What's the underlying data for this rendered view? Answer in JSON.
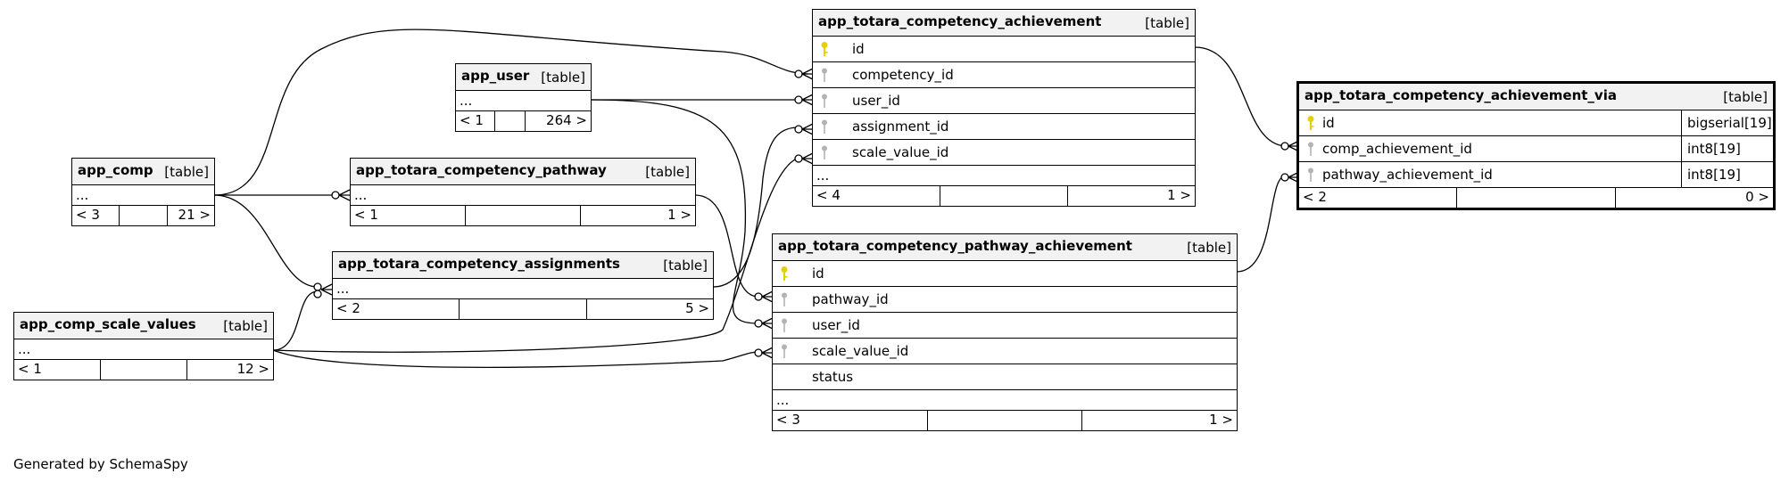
{
  "footer": "Generated by SchemaSpy",
  "colors": {
    "primary_key": "#e6cf00",
    "foreign_key": "#b3b3b3",
    "header_bg": "#f2f2f2"
  },
  "tables": [
    {
      "id": "app_comp",
      "name": "app_comp",
      "type": "[table]",
      "ellipsis": "...",
      "nav": {
        "left": "< 3",
        "right": "21 >"
      }
    },
    {
      "id": "app_user",
      "name": "app_user",
      "type": "[table]",
      "ellipsis": "...",
      "nav": {
        "left": "< 1",
        "right": "264 >"
      }
    },
    {
      "id": "app_comp_scale_values",
      "name": "app_comp_scale_values",
      "type": "[table]",
      "ellipsis": "...",
      "nav": {
        "left": "< 1",
        "right": "12 >"
      }
    },
    {
      "id": "app_totara_competency_pathway",
      "name": "app_totara_competency_pathway",
      "type": "[table]",
      "ellipsis": "...",
      "nav": {
        "left": "< 1",
        "right": "1 >"
      }
    },
    {
      "id": "app_totara_competency_assignments",
      "name": "app_totara_competency_assignments",
      "type": "[table]",
      "ellipsis": "...",
      "nav": {
        "left": "< 2",
        "right": "5 >"
      }
    },
    {
      "id": "app_totara_competency_achievement",
      "name": "app_totara_competency_achievement",
      "type": "[table]",
      "columns": [
        {
          "name": "id",
          "key": "primary-key"
        },
        {
          "name": "competency_id",
          "key": "foreign-key"
        },
        {
          "name": "user_id",
          "key": "foreign-key"
        },
        {
          "name": "assignment_id",
          "key": "foreign-key"
        },
        {
          "name": "scale_value_id",
          "key": "foreign-key"
        }
      ],
      "ellipsis": "...",
      "nav": {
        "left": "< 4",
        "right": "1 >"
      }
    },
    {
      "id": "app_totara_competency_pathway_achievement",
      "name": "app_totara_competency_pathway_achievement",
      "type": "[table]",
      "columns": [
        {
          "name": "id",
          "key": "primary-key"
        },
        {
          "name": "pathway_id",
          "key": "foreign-key"
        },
        {
          "name": "user_id",
          "key": "foreign-key"
        },
        {
          "name": "scale_value_id",
          "key": "foreign-key"
        },
        {
          "name": "status",
          "key": ""
        }
      ],
      "ellipsis": "...",
      "nav": {
        "left": "< 3",
        "right": "1 >"
      }
    },
    {
      "id": "app_totara_competency_achievement_via",
      "name": "app_totara_competency_achievement_via",
      "type": "[table]",
      "columns": [
        {
          "name": "id",
          "key": "primary-key",
          "datatype": "bigserial[19]"
        },
        {
          "name": "comp_achievement_id",
          "key": "foreign-key",
          "datatype": "int8[19]"
        },
        {
          "name": "pathway_achievement_id",
          "key": "foreign-key",
          "datatype": "int8[19]"
        }
      ],
      "nav": {
        "left": "< 2",
        "right": "0 >"
      }
    }
  ]
}
